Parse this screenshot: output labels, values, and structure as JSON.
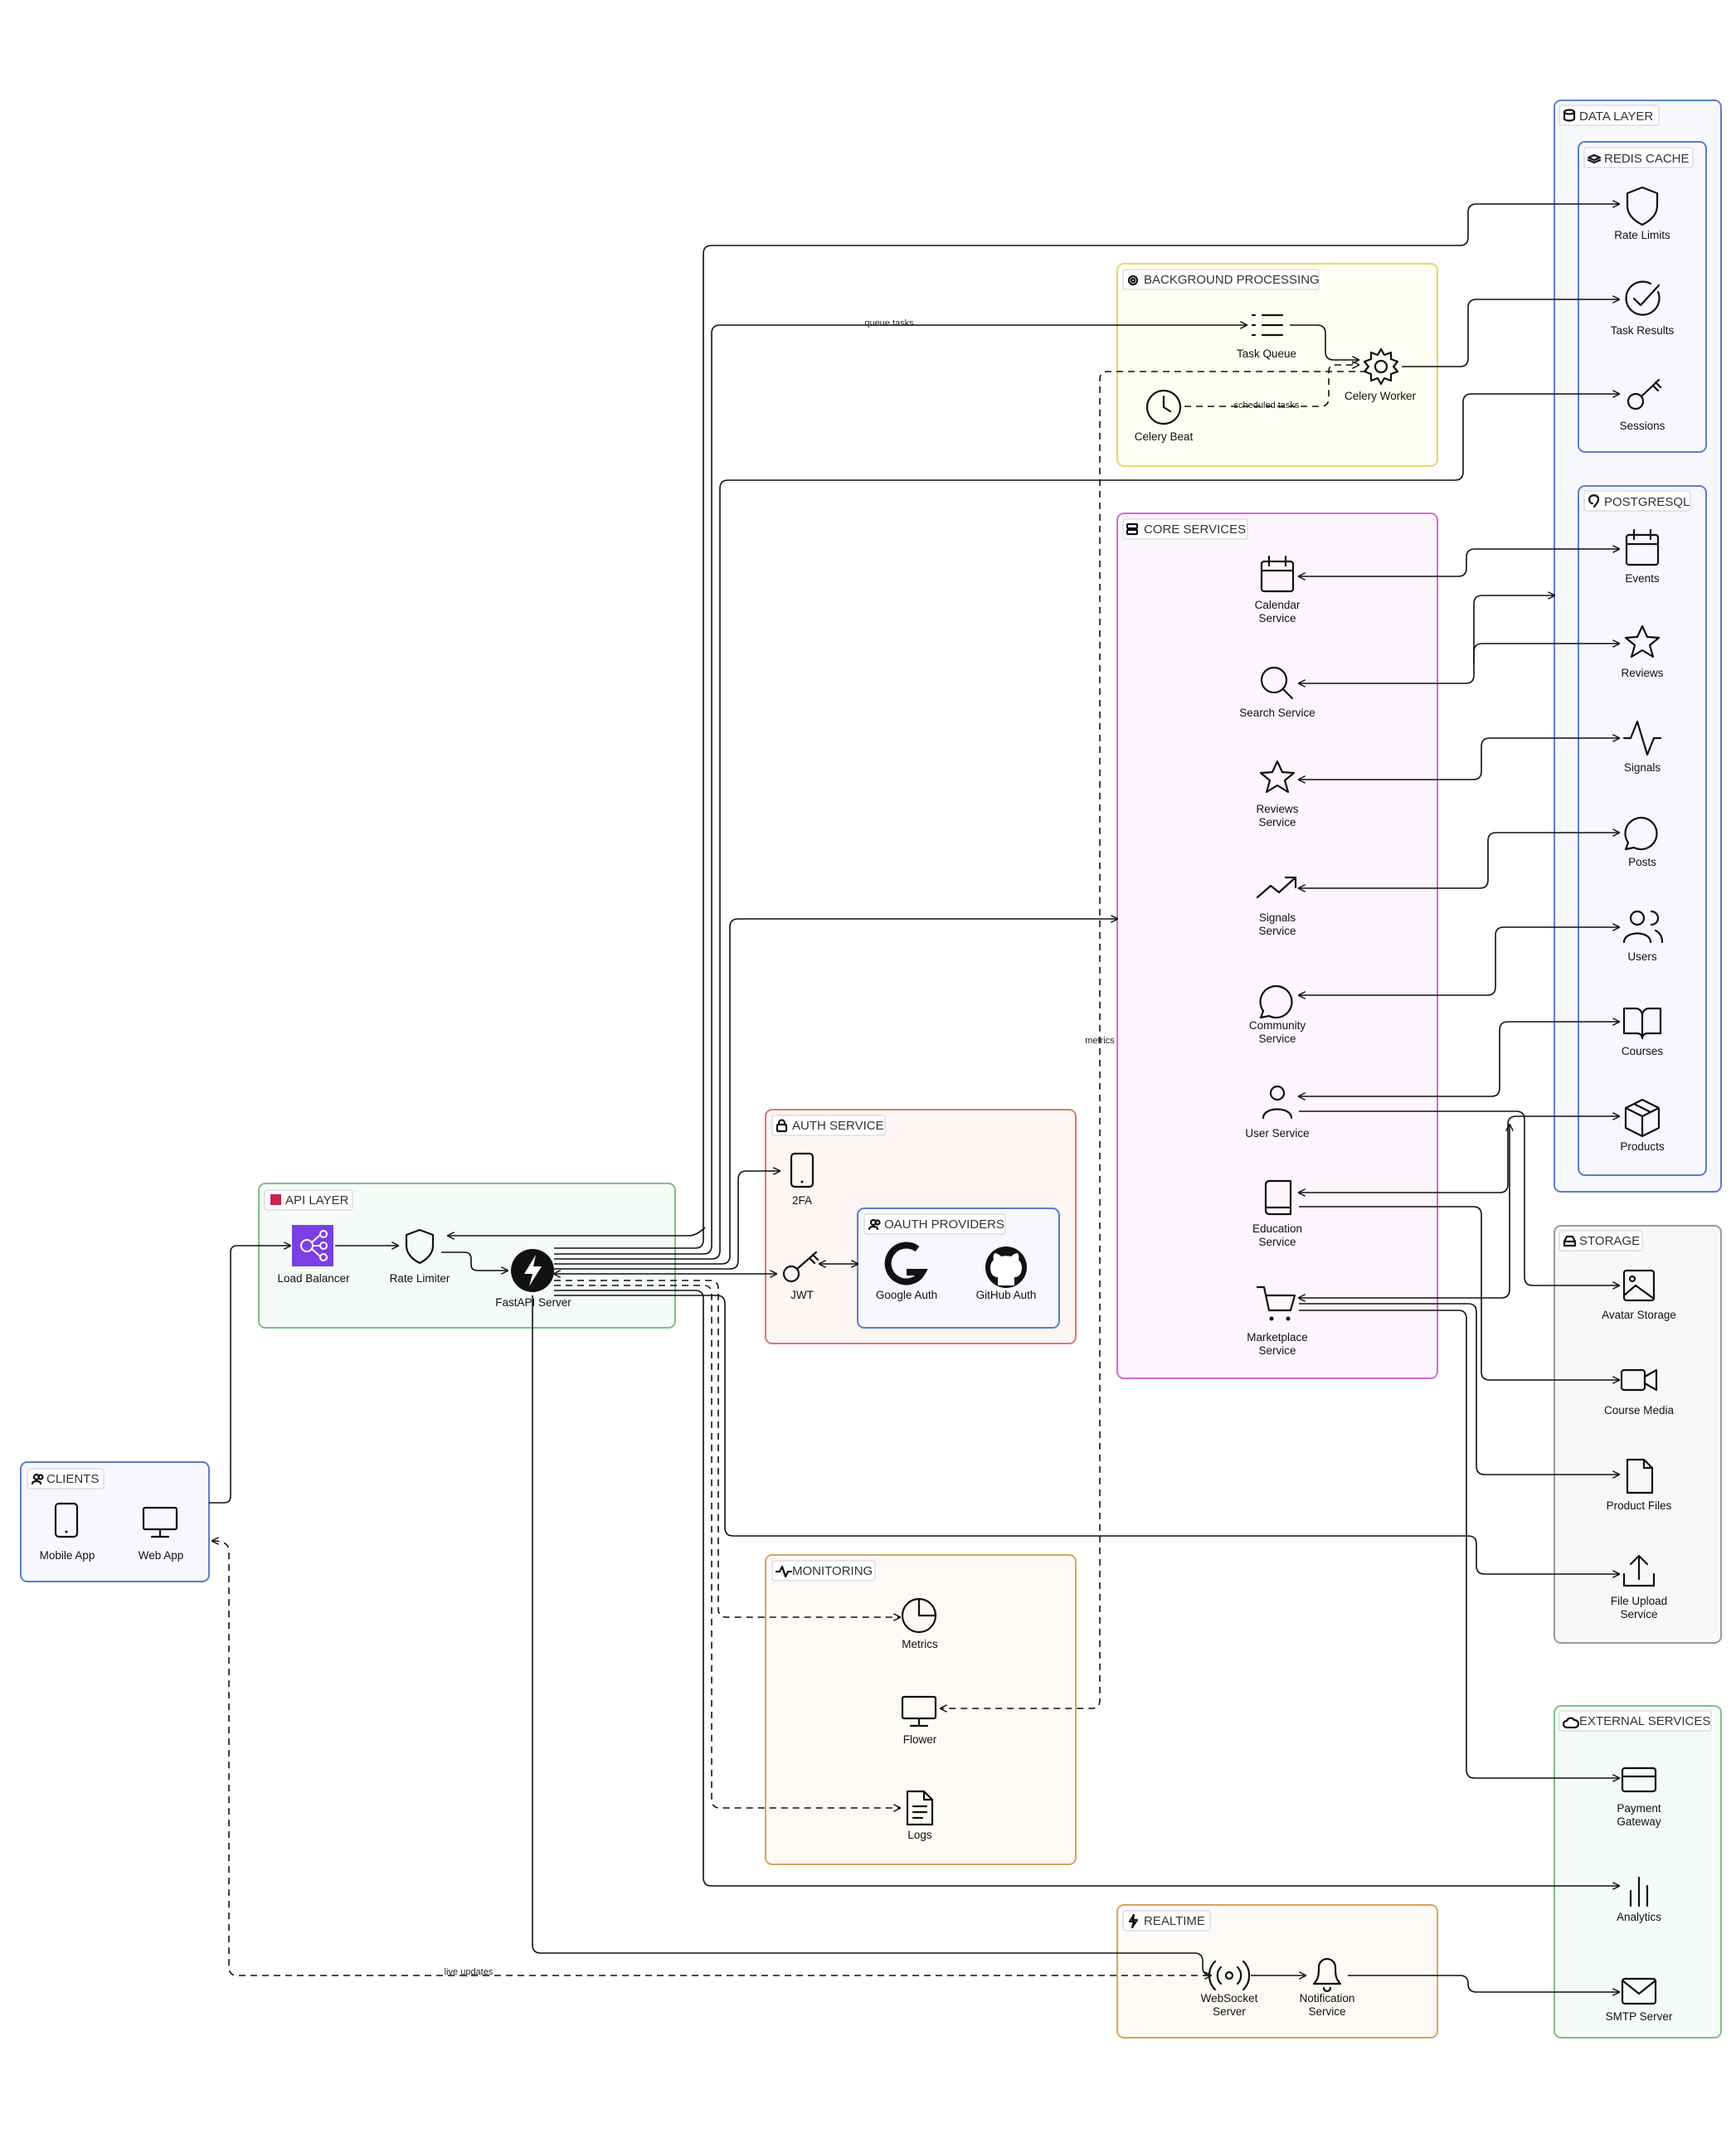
{
  "colors": {
    "clients": "#5b7fc7",
    "api_layer": "#7cc08a",
    "auth": "#d9776f",
    "oauth": "#5b7fc7",
    "monitoring": "#d9a35c",
    "background": "#e6d866",
    "core": "#d56ad8",
    "realtime": "#d9a35c",
    "data_layer": "#5b7fc7",
    "storage": "#9a9a9a",
    "external": "#7cc08a",
    "load_balancer_fill": "#7b3fe4"
  },
  "groups": {
    "clients": "CLIENTS",
    "api_layer": "API LAYER",
    "auth": "AUTH SERVICE",
    "oauth": "OAUTH PROVIDERS",
    "monitoring": "MONITORING",
    "background": "BACKGROUND PROCESSING",
    "core": "CORE SERVICES",
    "realtime": "REALTIME",
    "data_layer": "DATA LAYER",
    "redis": "REDIS CACHE",
    "postgres": "POSTGRESQL",
    "storage": "STORAGE",
    "external": "EXTERNAL SERVICES"
  },
  "nodes": {
    "mobile_app": "Mobile App",
    "web_app": "Web App",
    "load_balancer": "Load Balancer",
    "rate_limiter": "Rate Limiter",
    "fastapi": "FastAPI Server",
    "twofa": "2FA",
    "jwt": "JWT",
    "google_auth": "Google Auth",
    "github_auth": "GitHub Auth",
    "metrics": "Metrics",
    "flower": "Flower",
    "logs": "Logs",
    "task_queue": "Task Queue",
    "celery_worker": "Celery Worker",
    "celery_beat": "Celery Beat",
    "calendar_service": [
      "Calendar",
      "Service"
    ],
    "search_service": "Search Service",
    "reviews_service": [
      "Reviews",
      "Service"
    ],
    "signals_service": [
      "Signals",
      "Service"
    ],
    "community_service": [
      "Community",
      "Service"
    ],
    "user_service": "User Service",
    "education_service": [
      "Education",
      "Service"
    ],
    "marketplace_service": [
      "Marketplace",
      "Service"
    ],
    "websocket_server": [
      "WebSocket",
      "Server"
    ],
    "notification_service": [
      "Notification",
      "Service"
    ],
    "rate_limits": "Rate Limits",
    "task_results": "Task Results",
    "sessions": "Sessions",
    "events": "Events",
    "reviews": "Reviews",
    "signals": "Signals",
    "posts": "Posts",
    "users": "Users",
    "courses": "Courses",
    "products": "Products",
    "avatar_storage": "Avatar Storage",
    "course_media": "Course Media",
    "product_files": "Product Files",
    "file_upload_service": [
      "File Upload",
      "Service"
    ],
    "payment_gateway": [
      "Payment",
      "Gateway"
    ],
    "analytics": "Analytics",
    "smtp_server": "SMTP Server"
  },
  "edge_labels": {
    "queue_tasks": "queue tasks",
    "scheduled_tasks": "scheduled tasks",
    "metrics": "metrics",
    "live_updates": "live updates"
  },
  "icons": {
    "clients": "users-icon",
    "api_layer": "aws-logo-icon",
    "auth": "lock-icon",
    "oauth": "users-icon",
    "monitoring": "activity-icon",
    "background": "cog-icon",
    "core": "server-icon",
    "realtime": "zap-icon",
    "data_layer": "database-icon",
    "redis": "redis-icon",
    "postgres": "postgresql-icon",
    "storage": "hard-drive-icon",
    "external": "cloud-icon"
  }
}
